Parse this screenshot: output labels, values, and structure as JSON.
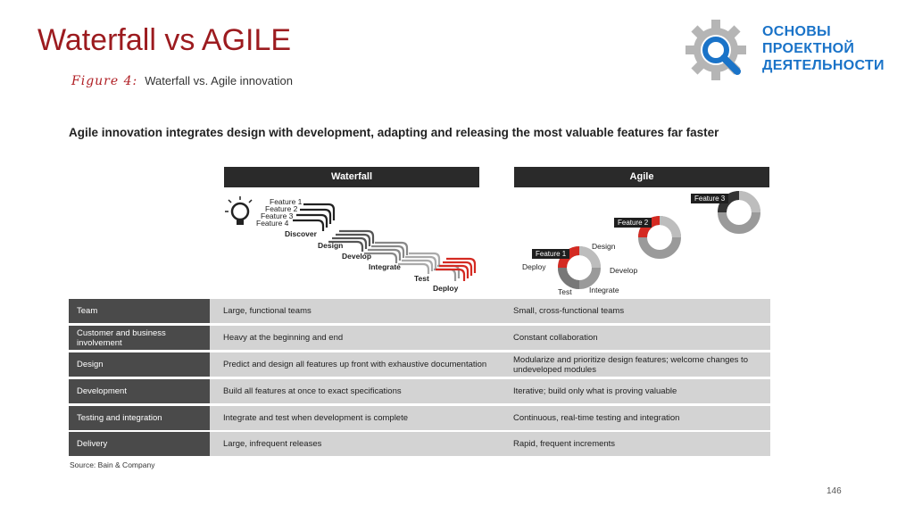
{
  "slide": {
    "title": "Waterfall vs AGILE",
    "page_number": "146"
  },
  "logo": {
    "lines": [
      "ОСНОВЫ",
      "ПРОЕКТНОЙ",
      "ДЕЯТЕЛЬНОСТИ"
    ],
    "color": "#1a73c8",
    "gear_color": "#b5b5b5"
  },
  "figure": {
    "number": "Figure 4:",
    "caption": "Waterfall vs. Agile innovation",
    "headline": "Agile innovation integrates design with development, adapting and releasing the most valuable features far faster",
    "source": "Source: Bain & Company"
  },
  "waterfall": {
    "header": "Waterfall",
    "features": [
      "Feature 1",
      "Feature 2",
      "Feature 3",
      "Feature 4"
    ],
    "stages": [
      "Discover",
      "Design",
      "Develop",
      "Integrate",
      "Test",
      "Deploy"
    ]
  },
  "agile": {
    "header": "Agile",
    "feature_tags": [
      "Feature 1",
      "Feature 2",
      "Feature 3"
    ],
    "cycle_labels": [
      "Design",
      "Develop",
      "Integrate",
      "Test",
      "Deploy"
    ]
  },
  "table": {
    "rows": [
      {
        "label": "Team",
        "waterfall": "Large, functional teams",
        "agile": "Small, cross-functional teams"
      },
      {
        "label": "Customer and business involvement",
        "waterfall": "Heavy at the beginning and end",
        "agile": "Constant collaboration"
      },
      {
        "label": "Design",
        "waterfall": "Predict and design all features up front with exhaustive documentation",
        "agile": "Modularize and prioritize design features; welcome changes to undeveloped modules"
      },
      {
        "label": "Development",
        "waterfall": "Build all features at once to exact specifications",
        "agile": "Iterative; build only what is proving valuable"
      },
      {
        "label": "Testing and integration",
        "waterfall": "Integrate and test when development is complete",
        "agile": "Continuous, real-time testing and integration"
      },
      {
        "label": "Delivery",
        "waterfall": "Large, infrequent releases",
        "agile": "Rapid, frequent increments"
      }
    ]
  },
  "colors": {
    "title": "#9c1b1f",
    "accent_red": "#d42a22",
    "header_dark": "#2a2a2a",
    "row_label_bg": "#4a4a4a",
    "row_bg": "#d3d3d3"
  }
}
